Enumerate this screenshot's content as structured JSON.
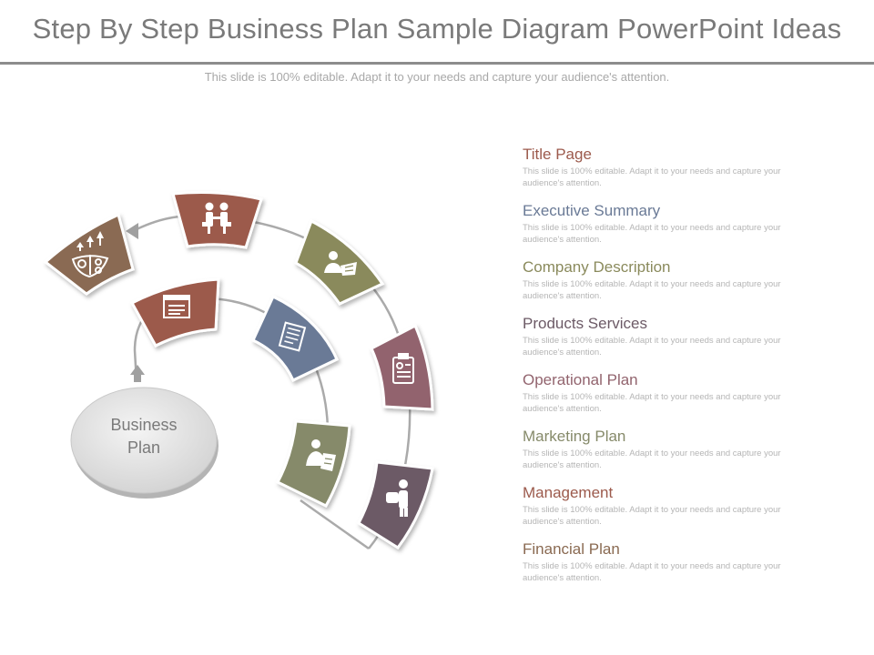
{
  "title": "Step By Step Business Plan Sample Diagram PowerPoint Ideas",
  "subtitle": "This slide is 100% editable. Adapt it to your needs and capture your audience's attention.",
  "center": {
    "line1": "Business",
    "line2": "Plan"
  },
  "colors": {
    "brown": "#8a6a52",
    "rust": "#9c5a4c",
    "olive": "#8a8a5c",
    "mauve": "#92646e",
    "slate": "#6a7a96",
    "sage": "#868a6a",
    "plum": "#6c5a66"
  },
  "icons": [
    "growth-chart-icon",
    "handshake-icon",
    "presenter-icon",
    "report-icon",
    "browser-window-icon",
    "document-list-icon",
    "manager-icon",
    "person-box-icon"
  ],
  "items": [
    {
      "title": "Title Page",
      "color": "#9c5a4c",
      "desc": "This slide is 100% editable. Adapt it to your needs and capture your audience's attention."
    },
    {
      "title": "Executive Summary",
      "color": "#6a7a96",
      "desc": "This slide is 100% editable. Adapt it to your needs and capture your audience's attention."
    },
    {
      "title": "Company Description",
      "color": "#8a8a5c",
      "desc": "This slide is 100% editable. Adapt it to your needs and capture your audience's attention."
    },
    {
      "title": "Products Services",
      "color": "#6c5a66",
      "desc": "This slide is 100% editable. Adapt it to your needs and capture your audience's attention."
    },
    {
      "title": "Operational Plan",
      "color": "#92646e",
      "desc": "This slide is 100% editable. Adapt it to your needs and capture your audience's attention."
    },
    {
      "title": "Marketing Plan",
      "color": "#868a6a",
      "desc": "This slide is 100% editable. Adapt it to your needs and capture your audience's attention."
    },
    {
      "title": "Management",
      "color": "#9c5a4c",
      "desc": "This slide is 100% editable. Adapt it to your needs and capture your audience's attention."
    },
    {
      "title": "Financial Plan",
      "color": "#8a6a52",
      "desc": "This slide is 100% editable. Adapt it to your needs and capture your audience's attention."
    }
  ]
}
